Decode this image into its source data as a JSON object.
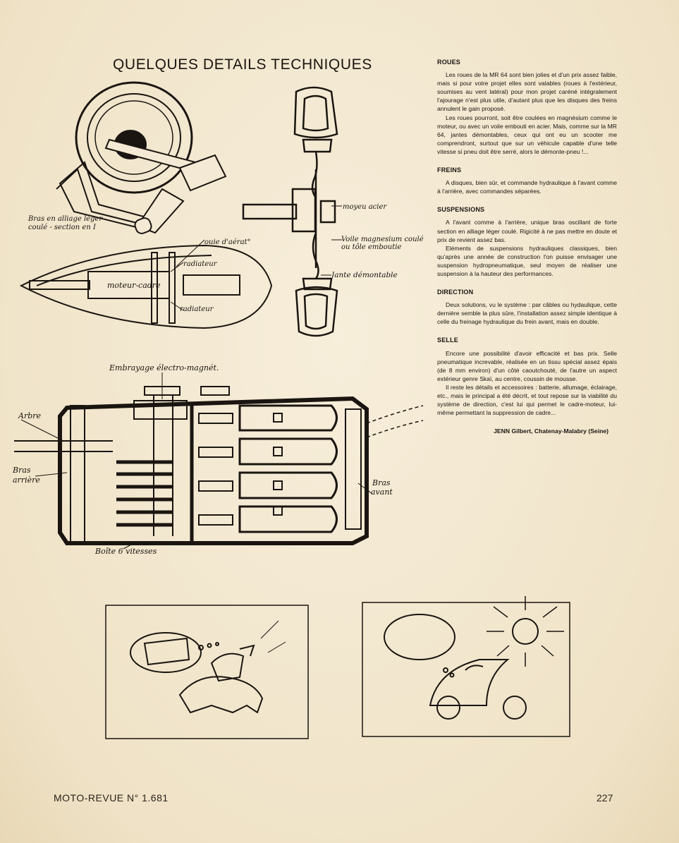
{
  "title": "QUELQUES DETAILS TECHNIQUES",
  "labels": {
    "bras": "Bras en alliage léger",
    "bras2": "coulé - section en I",
    "ouie": "ouie d'aérat°",
    "radiateur_top": "radiateur",
    "moteur_cadre": "moteur-cadre",
    "radiateur_bot": "radiateur",
    "moyeu": "moyeu acier",
    "voile1": "Voile magnesium coulé",
    "voile2": "ou tôle emboutie",
    "jante": "Jante démontable",
    "embrayage": "Embrayage électro-magnét.",
    "arbre": "Arbre",
    "bras_arriere1": "Bras",
    "bras_arriere2": "arrière",
    "bras_avant1": "Bras",
    "bras_avant2": "avant",
    "boite": "Boîte 6 vitesses"
  },
  "sections": [
    {
      "heading": "ROUES",
      "paragraphs": [
        "Les roues de la MR 64 sont bien jolies et d'un prix assez faible, mais si pour votre projet elles sont valables (roues à l'extérieur, soumises au vent latéral) pour mon projet caréné intégralement l'ajourage n'est plus utile, d'autant plus que les disques des freins annulent le gain proposé.",
        "Les roues pourront, soit être coulées en magnésium comme le moteur, ou avec un voile embouti en acier. Mais, comme sur la MR 64, jantes démontables, ceux qui ont eu un scooter me comprendront, surtout que sur un véhicule capable d'une telle vitesse si pneu doit être serré, alors le démonte-pneu !..."
      ]
    },
    {
      "heading": "FREINS",
      "paragraphs": [
        "A disques, bien sûr, et commande hydraulique à l'avant comme à l'arrière, avec commandes séparées."
      ]
    },
    {
      "heading": "SUSPENSIONS",
      "paragraphs": [
        "A l'avant comme à l'arrière, unique bras oscillant de forte section en alliage léger coulé. Rigicité à ne pas mettre en doute et prix de revient assez bas.",
        "Eléments de suspensions hydrauliques classiques, bien qu'après une année de construction l'on puisse envisager une suspension hydropneumatique, seul moyen de réaliser une suspension à la hauteur des performances."
      ]
    },
    {
      "heading": "DIRECTION",
      "paragraphs": [
        "Deux solutions, vu le système : par câbles ou hydaulique, cette dernière semble la plus sûre, l'installation assez simple identique à celle du freinage hydraulique du frein avant, mais en double."
      ]
    },
    {
      "heading": "SELLE",
      "paragraphs": [
        "Encore une possibilité d'avoir efficacité et bas prix. Selle pneumatique increvable, réalisée en un tissu spécial assez épais (de 8 mm environ) d'un côté caoutchouté, de l'autre un aspect extérieur genre Skaï, au centre, coussin de mousse.",
        "Il reste les détails et accessoires : batterie, allumage, éclairage, etc., mais le principal a été décrit, et tout repose sur la viabilité du système de direction, c'est lui qui permet le cadre-moteur, lui-même permettant la suppression de cadre..."
      ]
    }
  ],
  "signature": "JENN Gilbert, Chatenay-Malabry (Seine)",
  "footer": {
    "magazine": "MOTO-REVUE N° 1.681",
    "page": "227"
  },
  "colors": {
    "paper": "#f4e9d4",
    "ink": "#1a1510"
  }
}
